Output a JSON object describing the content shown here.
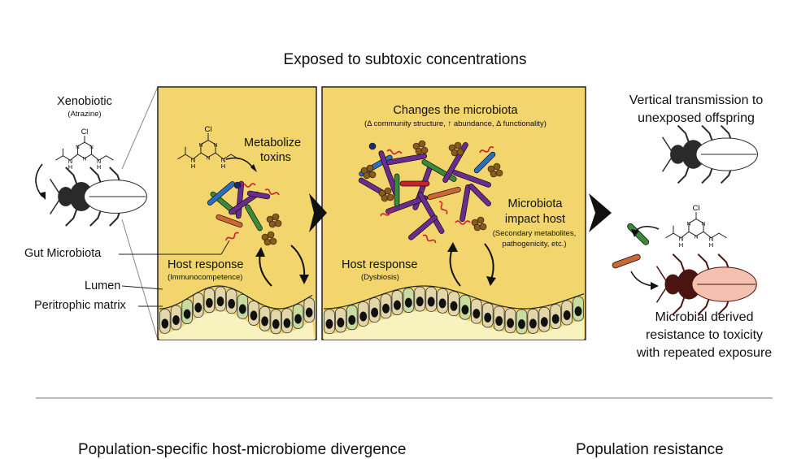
{
  "title": "Exposed to subtoxic concentrations",
  "left": {
    "xenobiotic": "Xenobiotic",
    "xenobiotic_sub": "(Atrazine)",
    "gut_microbiota": "Gut Microbiota",
    "lumen": "Lumen",
    "peritrophic": "Peritrophic matrix"
  },
  "molecule": {
    "cl": "Cl",
    "n": "N",
    "h": "H"
  },
  "panel1": {
    "metabolize": "Metabolize",
    "toxins": "toxins",
    "host_response": "Host response",
    "host_sub": "(Immunocompetence)"
  },
  "panel2": {
    "changes": "Changes the microbiota",
    "changes_sub": "(Δ community structure, ↑ abundance, Δ functionality)",
    "impact1": "Microbiota",
    "impact2": "impact host",
    "impact_sub1": "(Secondary metabolites,",
    "impact_sub2": "pathogenicity, etc.)",
    "host_response": "Host response",
    "host_sub": "(Dysbiosis)"
  },
  "right": {
    "vertical1": "Vertical transmission to",
    "vertical2": "unexposed offspring",
    "derived1": "Microbial derived",
    "derived2": "resistance to toxicity",
    "derived3": "with repeated exposure"
  },
  "bottom": {
    "left": "Population-specific host-microbiome divergence",
    "right": "Population resistance"
  },
  "colors": {
    "panel": "#f2d56c",
    "epithelium": "#e3d6a9",
    "lumen_fluid": "#f8f2bf",
    "nucleus": "#111111",
    "green_cell": "#c9dca0",
    "purple": "#6a2c8f",
    "green": "#3a8a3a",
    "blue": "#2a6fbf",
    "orange": "#cc6633",
    "brown": "#8a5a1a",
    "red": "#cc1f2f",
    "navy": "#1e2a6e",
    "dark_insect": "#2a2a2a",
    "red_insect": "#4a1510"
  }
}
